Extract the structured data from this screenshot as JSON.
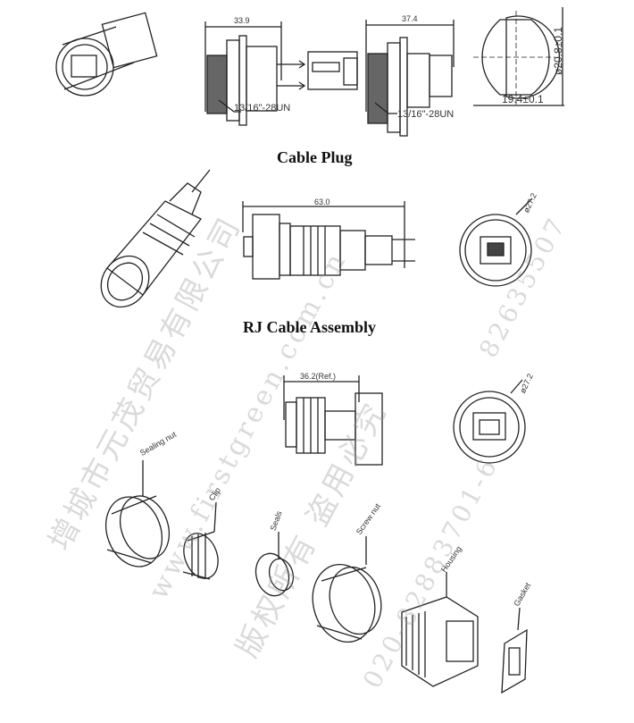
{
  "sections": {
    "cable_plug_title": "Cable Plug",
    "rj_assembly_title": "RJ Cable Assembly"
  },
  "dimensions": {
    "receptacle_length_1": "33.9",
    "receptacle_length_2": "37.4",
    "thread_1": "13/16\"-28UN",
    "thread_2": "13/16\"-28UN",
    "panel_cutout_diameter": "ø20.8±0.1",
    "panel_cutout_flat": "19.4±0.1",
    "plug_length": "63.0",
    "plug_diameter": "ø27.2",
    "assembly_length": "36.2(Ref.)",
    "assembly_diameter": "ø27.2"
  },
  "parts": [
    "Sealing nut",
    "Clip",
    "Seals",
    "Screw nut",
    "Housing",
    "Gasket"
  ],
  "watermark": {
    "company": "增城市元茂贸易有限公司",
    "website": "www.firstgreen.com.cn",
    "copyright": "版权所有 盗用必究",
    "phone_1": "020-82883701-6",
    "phone_2": "82635507"
  }
}
